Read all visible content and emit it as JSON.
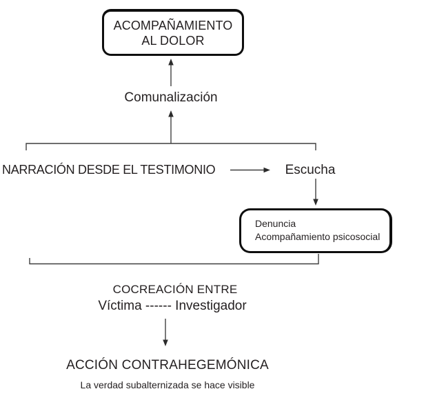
{
  "diagram": {
    "top_box": {
      "line1": "ACOMPAÑAMIENTO",
      "line2": "AL DOLOR"
    },
    "comunalizacion_label": "Comunalización",
    "narracion_label": "NARRACIÓN DESDE EL TESTIMONIO",
    "escucha_label": "Escucha",
    "denuncia_box": {
      "line1": "Denuncia",
      "line2": "Acompañamiento psicosocial"
    },
    "cocreacion_label": "COCREACIÓN ENTRE",
    "victima_investigador_label": "Víctima ------ Investigador",
    "accion_label": "ACCIÓN CONTRAHEGEMÓNICA",
    "subtitle_label": "La verdad subalternizada se hace visible",
    "colors": {
      "text": "#231f20",
      "line": "#3f3f3f",
      "box_border": "#0e0e0e",
      "background": "#ffffff"
    }
  }
}
